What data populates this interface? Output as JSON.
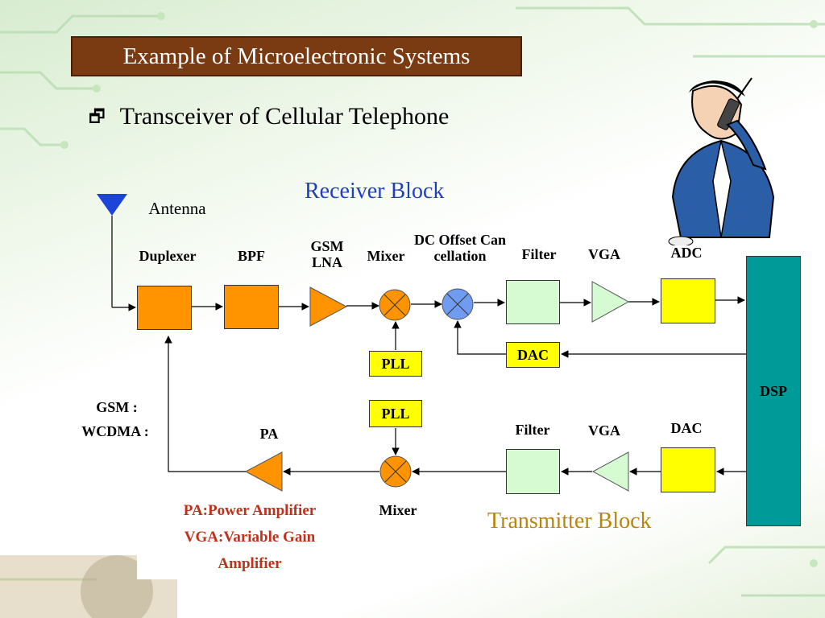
{
  "slide": {
    "title": "Example of Microelectronic Systems",
    "bullet_icon": "window-restore-icon",
    "bullet_text": "Transceiver of Cellular Telephone"
  },
  "receiver": {
    "title": "Receiver Block",
    "antenna_label": "Antenna",
    "duplexer": "Duplexer",
    "bpf": "BPF",
    "lna": "GSM LNA",
    "mixer": "Mixer",
    "dc_offset": "DC Offset Cancellation",
    "filter": "Filter",
    "vga": "VGA",
    "adc": "ADC",
    "pll": "PLL",
    "dac": "DAC"
  },
  "transmitter": {
    "title": "Transmitter Block",
    "pll": "PLL",
    "pa": "PA",
    "mixer": "Mixer",
    "filter": "Filter",
    "vga": "VGA",
    "dac": "DAC"
  },
  "dsp": "DSP",
  "standards": {
    "gsm": "GSM :",
    "wcdma": "WCDMA :"
  },
  "legend": [
    "PA:Power Amplifier",
    "VGA:Variable Gain",
    "Amplifier"
  ],
  "colors": {
    "title_bg": "#7a3a12",
    "receiver_title": "#1f3fbf",
    "transmitter_title": "#b8860b",
    "legend_text": "#c0311b",
    "block_orange": "#ff9400",
    "block_green": "#d6fbd2",
    "block_yellow": "#ffff00",
    "dsp": "#009a99",
    "mixer_orange": "#ff9400",
    "dc_offset_blue": "#6f9cf0"
  }
}
